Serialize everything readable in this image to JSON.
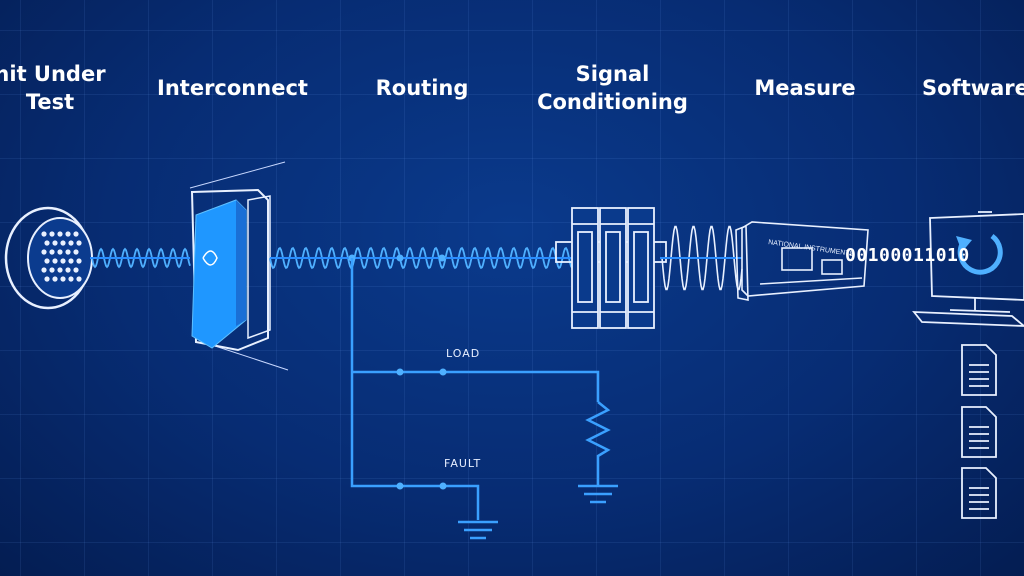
{
  "stages": [
    {
      "id": "unit",
      "label": "nit Under\nTest"
    },
    {
      "id": "interconnect",
      "label": "Interconnect"
    },
    {
      "id": "routing",
      "label": "Routing"
    },
    {
      "id": "signal",
      "label": "Signal\nConditioning"
    },
    {
      "id": "measure",
      "label": "Measure"
    },
    {
      "id": "software",
      "label": "Software"
    }
  ],
  "branches": {
    "load_label": "LOAD",
    "fault_label": "FAULT"
  },
  "binary_text": "00100011010",
  "colors": {
    "background": "#072c73",
    "wire": "#3aa0ff",
    "interconnect_body": "#1e90ff",
    "line_art": "#e8f0ff"
  }
}
